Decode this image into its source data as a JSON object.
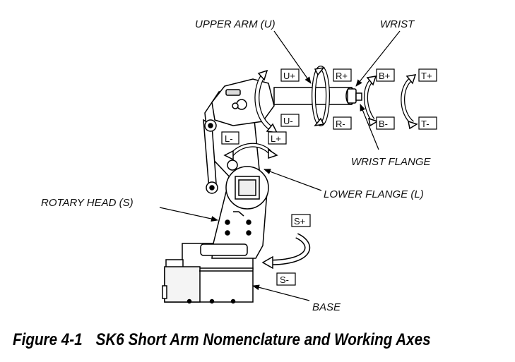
{
  "labels": {
    "upper_arm": "UPPER ARM (U)",
    "wrist": "WRIST",
    "wrist_flange": "WRIST FLANGE",
    "lower_flange": "LOWER FLANGE (L)",
    "rotary_head": "ROTARY HEAD (S)",
    "base": "BASE"
  },
  "axes": {
    "u_plus": "U+",
    "u_minus": "U-",
    "r_plus": "R+",
    "r_minus": "R-",
    "b_plus": "B+",
    "b_minus": "B-",
    "t_plus": "T+",
    "t_minus": "T-",
    "l_minus": "L-",
    "l_plus": "L+",
    "s_plus": "S+",
    "s_minus": "S-"
  },
  "caption": {
    "number": "Figure 4-1",
    "title": "SK6 Short Arm Nomenclature and Working Axes"
  }
}
